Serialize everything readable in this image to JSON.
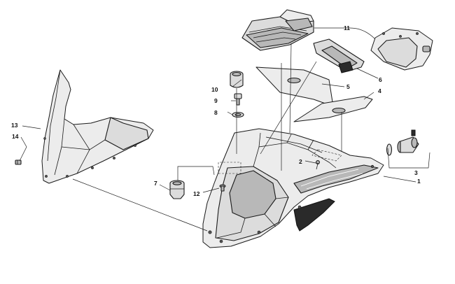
{
  "callouts": [
    {
      "id": "c1",
      "label": "1",
      "part": "hood-assembly"
    },
    {
      "id": "c2",
      "label": "2",
      "part": "screw"
    },
    {
      "id": "c3",
      "label": "3",
      "part": "headlight-bulb-set"
    },
    {
      "id": "c4",
      "label": "4",
      "part": "decal-right"
    },
    {
      "id": "c5",
      "label": "5",
      "part": "decal-left"
    },
    {
      "id": "c6",
      "label": "6",
      "part": "vent-cover"
    },
    {
      "id": "c7",
      "label": "7",
      "part": "fuel-cap"
    },
    {
      "id": "c8",
      "label": "8",
      "part": "o-ring"
    },
    {
      "id": "c9",
      "label": "9",
      "part": "key"
    },
    {
      "id": "c10",
      "label": "10",
      "part": "switch-knob"
    },
    {
      "id": "c11",
      "label": "11",
      "part": "console-grille"
    },
    {
      "id": "c12",
      "label": "12",
      "part": "rivet"
    },
    {
      "id": "c13",
      "label": "13",
      "part": "windshield"
    },
    {
      "id": "c14",
      "label": "14",
      "part": "push-rivet"
    }
  ]
}
